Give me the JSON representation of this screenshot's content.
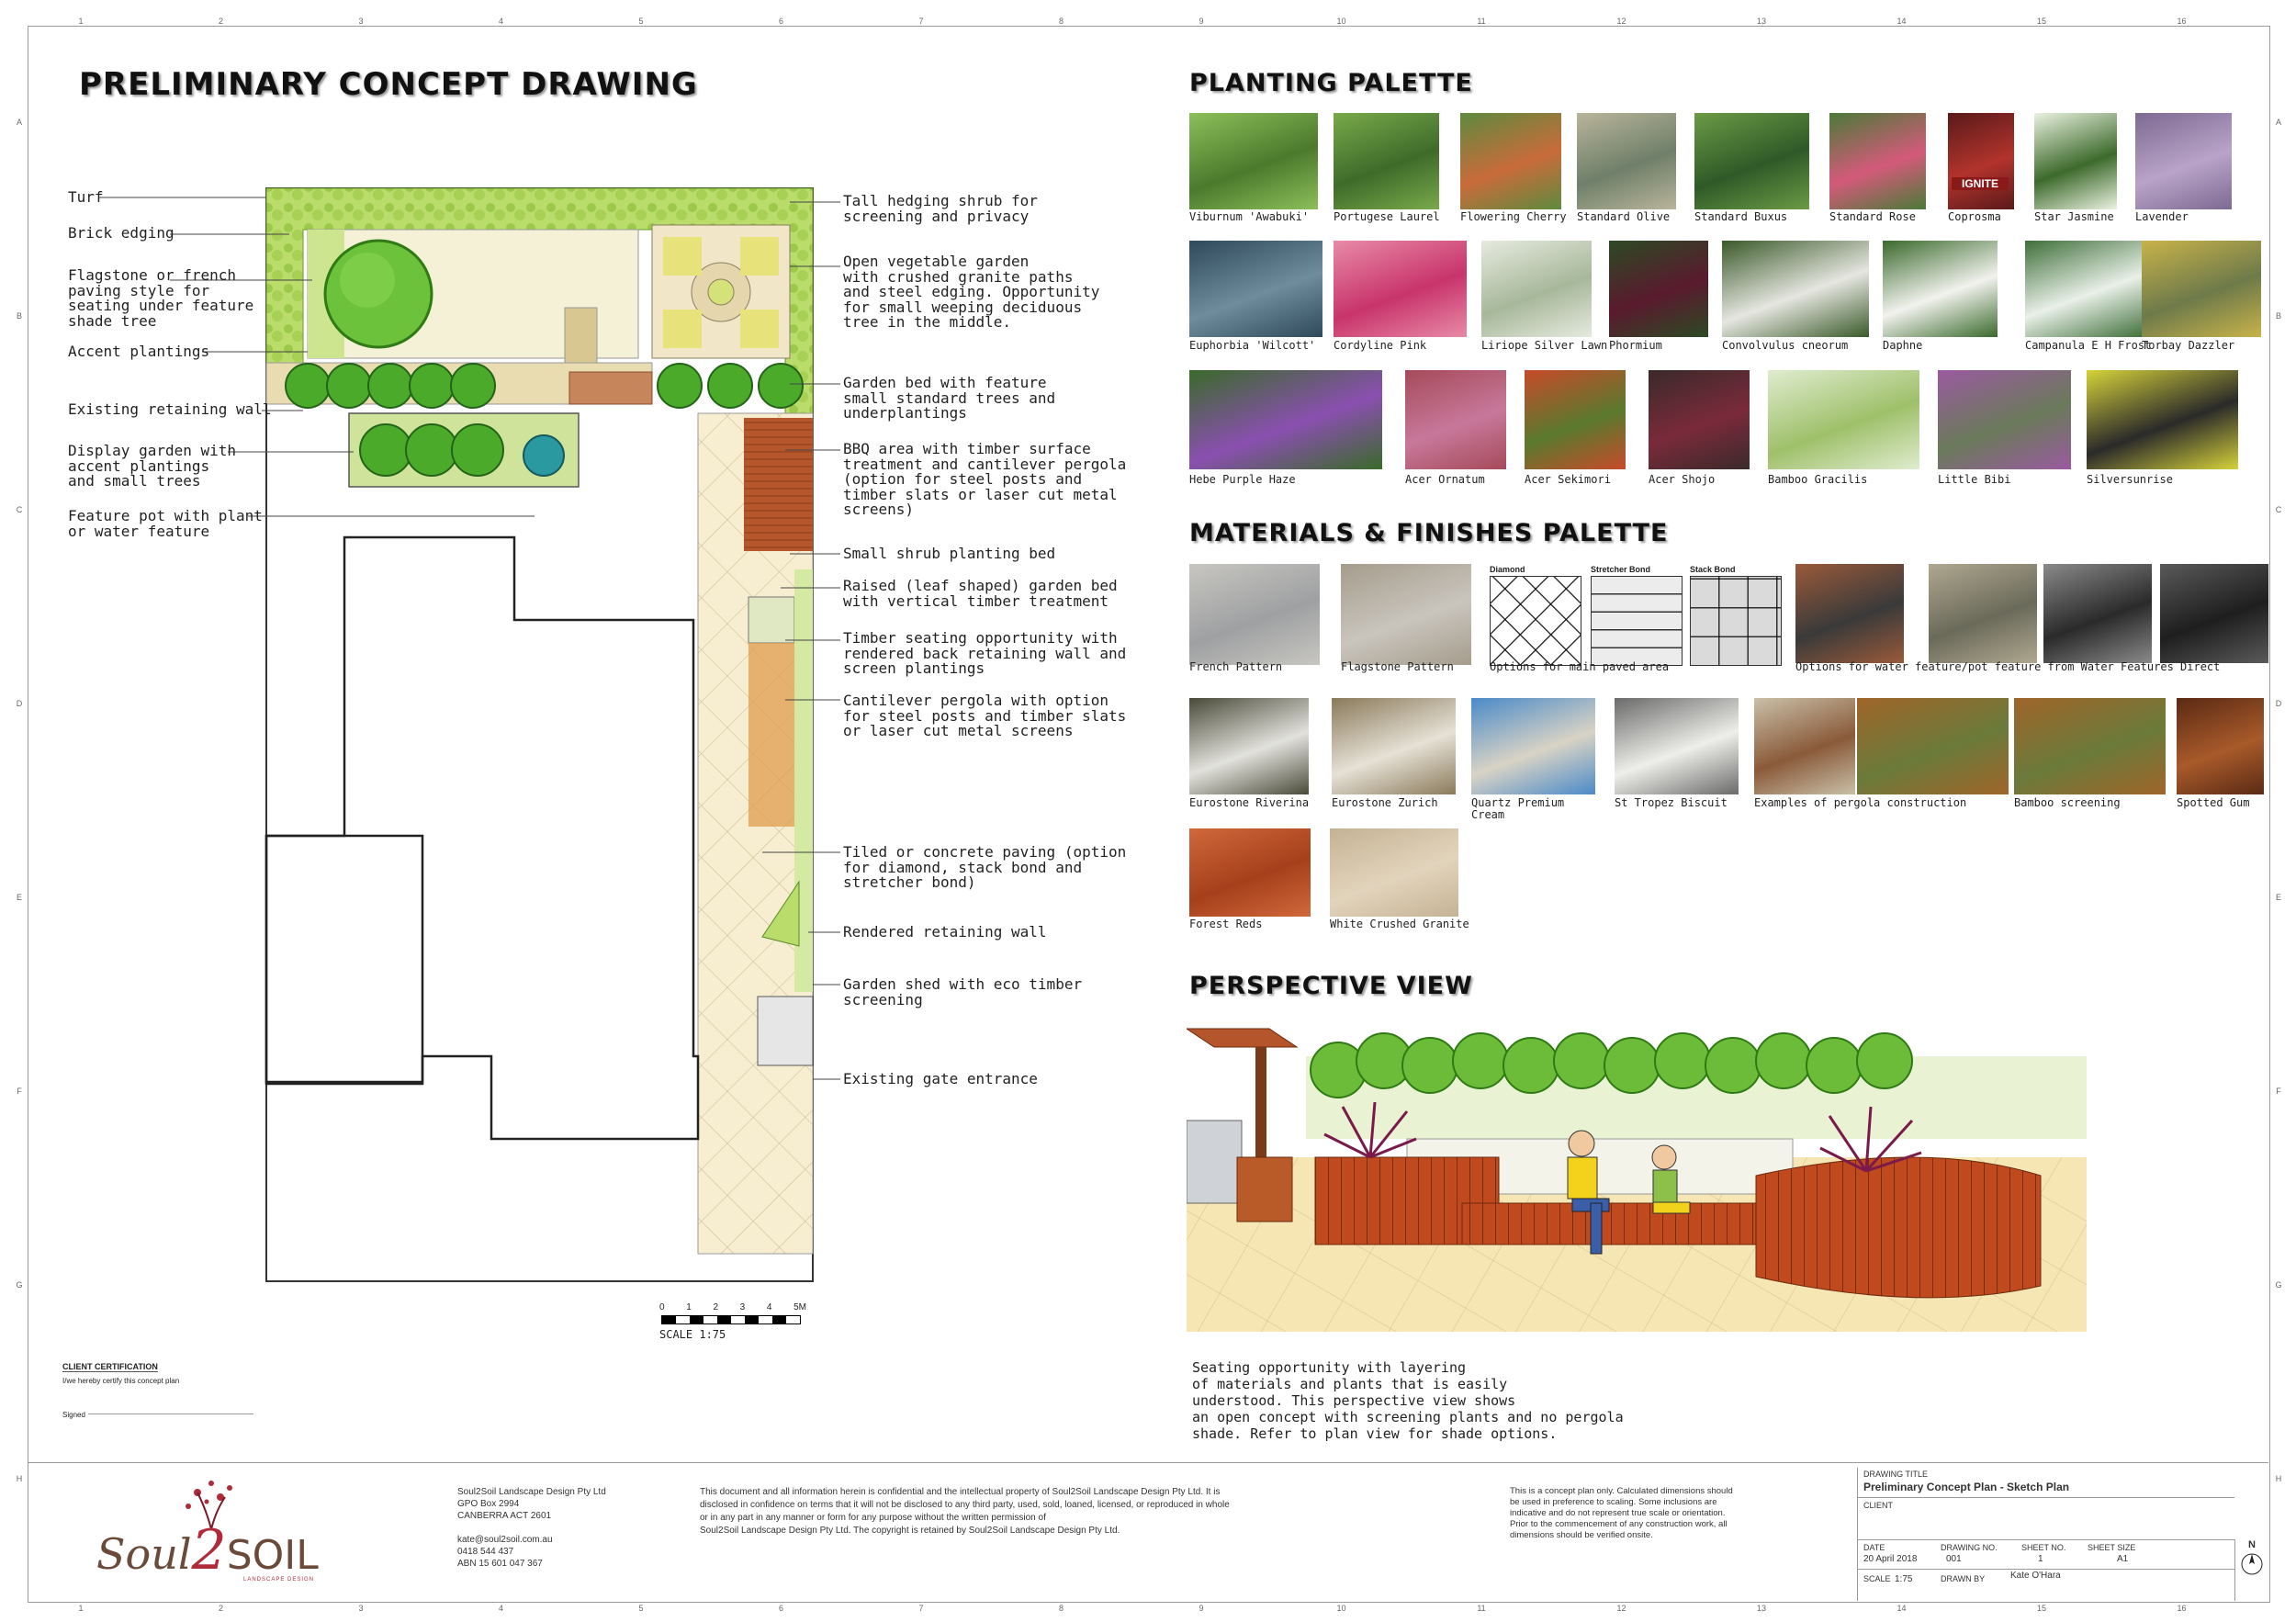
{
  "title": "PRELIMINARY CONCEPT DRAWING",
  "grid": {
    "numbers": [
      "1",
      "2",
      "3",
      "4",
      "5",
      "6",
      "7",
      "8",
      "9",
      "10",
      "11",
      "12",
      "13",
      "14",
      "15",
      "16"
    ],
    "letters": [
      "A",
      "B",
      "C",
      "D",
      "E",
      "F",
      "G",
      "H"
    ]
  },
  "plan_labels_left": [
    {
      "name": "turf",
      "text": "Turf"
    },
    {
      "name": "brick-edging",
      "text": "Brick edging"
    },
    {
      "name": "flagstone",
      "text": "Flagstone or french\npaving style for\nseating under feature\nshade tree"
    },
    {
      "name": "accent-plantings",
      "text": "Accent plantings"
    },
    {
      "name": "existing-retaining-wall",
      "text": "Existing retaining wall"
    },
    {
      "name": "display-garden",
      "text": "Display garden with\naccent plantings\nand small trees"
    },
    {
      "name": "feature-pot",
      "text": "Feature pot with plant\nor water feature"
    }
  ],
  "plan_labels_right": [
    {
      "name": "tall-hedging",
      "text": "Tall hedging shrub for\nscreening and privacy"
    },
    {
      "name": "vegetable-garden",
      "text": "Open vegetable garden\nwith crushed granite paths\nand steel edging. Opportunity\nfor small weeping deciduous\ntree in the middle."
    },
    {
      "name": "garden-bed",
      "text": "Garden bed with feature\nsmall standard trees and\nunderplantings"
    },
    {
      "name": "bbq-area",
      "text": "BBQ area with timber surface\ntreatment and cantilever pergola\n(option for steel posts and\ntimber slats or laser cut metal\nscreens)"
    },
    {
      "name": "small-shrub",
      "text": "Small shrub planting bed"
    },
    {
      "name": "raised-bed",
      "text": "Raised (leaf shaped) garden bed\nwith vertical timber treatment"
    },
    {
      "name": "timber-seating",
      "text": "Timber seating opportunity with\nrendered back retaining wall and\nscreen plantings"
    },
    {
      "name": "cantilever-pergola",
      "text": "Cantilever pergola with option\nfor steel posts and timber slats\nor laser cut metal screens"
    },
    {
      "name": "tiled-paving",
      "text": "Tiled or concrete paving (option\nfor diamond, stack bond and\nstretcher bond)"
    },
    {
      "name": "rendered-wall",
      "text": "Rendered retaining wall"
    },
    {
      "name": "garden-shed",
      "text": "Garden shed with eco timber\nscreening"
    },
    {
      "name": "gate-entrance",
      "text": "Existing gate entrance"
    }
  ],
  "scale": {
    "ticks": [
      "0",
      "1",
      "2",
      "3",
      "4",
      "5M"
    ],
    "label": "SCALE 1:75"
  },
  "certification": {
    "heading": "CLIENT CERTIFICATION",
    "text": "I/we hereby certify this concept plan",
    "signed": "Signed"
  },
  "planting_palette": {
    "heading": "PLANTING PALETTE",
    "row1": [
      "Viburnum 'Awabuki'",
      "Portugese Laurel",
      "Flowering Cherry",
      "Standard Olive",
      "Standard Buxus",
      "Standard Rose",
      "Coprosma",
      "Star Jasmine",
      "Lavender"
    ],
    "row2": [
      "Euphorbia 'Wilcott'",
      "Cordyline Pink",
      "Liriope Silver Lawn",
      "Phormium",
      "Convolvulus cneorum",
      "Daphne",
      "Campanula E H Frost",
      "Torbay Dazzler"
    ],
    "row3": [
      "Hebe Purple Haze",
      "Acer Ornatum",
      "Acer Sekimori",
      "Acer Shojo",
      "Bamboo Gracilis",
      "Little Bibi",
      "Silversunrise"
    ],
    "coprosma_sign": "IGNITE"
  },
  "materials_palette": {
    "heading": "MATERIALS & FINISHES PALETTE",
    "row1": [
      "French Pattern",
      "Flagstone Pattern",
      "Options for main paved area",
      "Options for water feature/pot feature from Water Features Direct"
    ],
    "bond_titles": [
      "Diamond",
      "Stretcher Bond",
      "Stack Bond"
    ],
    "row2": [
      "Eurostone Riverina",
      "Eurostone Zurich",
      "Quartz Premium\nCream",
      "St Tropez Biscuit",
      "Examples of pergola construction",
      "Bamboo screening",
      "Spotted Gum"
    ],
    "row3": [
      "Forest Reds",
      "White Crushed Granite"
    ]
  },
  "perspective": {
    "heading": "PERSPECTIVE VIEW",
    "caption": "Seating opportunity with layering\nof materials and plants that is easily\nunderstood. This perspective view shows\nan open concept with screening plants and no pergola\nshade.  Refer to plan view for shade options."
  },
  "company": {
    "logo_left": "Soul",
    "logo_num": "2",
    "logo_right": "SOIL",
    "logo_tag": "LANDSCAPE DESIGN",
    "address": "Soul2Soil Landscape Design Pty Ltd\nGPO Box 2994\nCANBERRA  ACT  2601\n\nkate@soul2soil.com.au\n0418 544 437\nABN 15 601 047 367"
  },
  "legal": "This document and all information herein is confidential and the intellectual property of Soul2Soil Landscape Design Pty Ltd.  It is\ndisclosed in confidence on terms that it will not be disclosed to any third party, used, sold, loaned, licensed, or reproduced in whole\nor in any part in any manner or form for any purpose without the written permission of\nSoul2Soil Landscape Design Pty Ltd.  The copyright is retained by Soul2Soil Landscape Design Pty Ltd.",
  "concept_note": "This is a concept plan only. Calculated dimensions should\nbe used in preference to scaling. Some inclusions are\nindicative and do not represent true scale or orientation.\nPrior to the commencement of any construction work, all\ndimensions should be verified onsite.",
  "title_block": {
    "drawing_title_label": "DRAWING TITLE",
    "drawing_title": "Preliminary Concept Plan - Sketch Plan",
    "client_label": "CLIENT",
    "date_label": "DATE",
    "date": "20 April 2018",
    "drawing_no_label": "DRAWING NO.",
    "drawing_no": "001",
    "sheet_no_label": "SHEET NO.",
    "sheet_no": "1",
    "sheet_size_label": "SHEET SIZE",
    "sheet_size": "A1",
    "scale_label": "SCALE",
    "scale": "1:75",
    "drawn_by_label": "DRAWN BY",
    "drawn_by": "Kate O'Hara",
    "north": "N"
  }
}
